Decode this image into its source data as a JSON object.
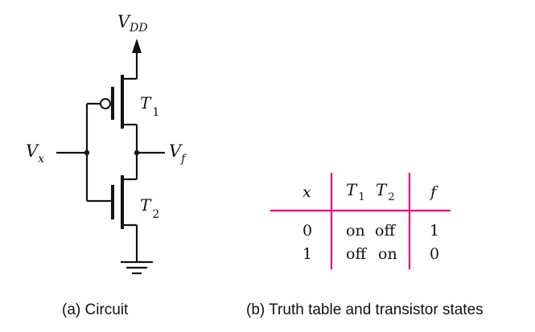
{
  "circuit": {
    "supply": {
      "main": "V",
      "sub": "DD"
    },
    "input": {
      "main": "V",
      "sub": "x"
    },
    "output": {
      "main": "V",
      "sub": "f"
    },
    "transistor_top": {
      "main": "T",
      "sub": "1"
    },
    "transistor_bottom": {
      "main": "T",
      "sub": "2"
    }
  },
  "table": {
    "headers": {
      "x": "x",
      "t1": {
        "main": "T",
        "sub": "1"
      },
      "t2": {
        "main": "T",
        "sub": "2"
      },
      "f": "f"
    },
    "rows": [
      {
        "x": "0",
        "t1": "on",
        "t2": "off",
        "f": "1"
      },
      {
        "x": "1",
        "t1": "off",
        "t2": "on",
        "f": "0"
      }
    ],
    "line_color": "#e0008a"
  },
  "captions": {
    "circuit": "(a) Circuit",
    "table": "(b) Truth table and transistor states"
  }
}
